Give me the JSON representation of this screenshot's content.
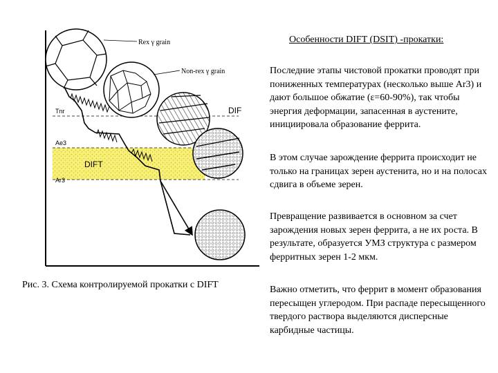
{
  "diagram": {
    "labels": {
      "rex_grain": "Rex γ grain",
      "non_rex_grain": "Non-rex γ grain",
      "dif": "DIF",
      "dift": "DIFT",
      "t_nr": "Tnr",
      "a_e3": "Ae3",
      "a_r3": "Ar3"
    }
  },
  "caption": "Рис. 3. Схема контролируемой прокатки с DIFT",
  "heading": "Особенности DIFT (DSIT) -прокатки:",
  "paragraphs": [
    "Последние этапы чистовой прокатки проводят при пониженных температурах (несколько выше Ar3) и дают большое обжатие (ε=60-90%), так чтобы энергия деформации, запасенная в аустените, инициировала образование феррита.",
    "В этом случае зарождение феррита происходит не только на границах зерен аустенита, но и на полосах сдвига в объеме зерен.",
    "Превращение развивается в основном за счет зарождения новых зерен феррита, а не их роста. В результате, образуется УМЗ структура с размером ферритных зерен 1-2 мкм.",
    "Важно отметить, что феррит в момент образования пересыщен углеродом. При распаде пересыщенного твердого раствора выделяются дисперсные карбидные частицы."
  ]
}
